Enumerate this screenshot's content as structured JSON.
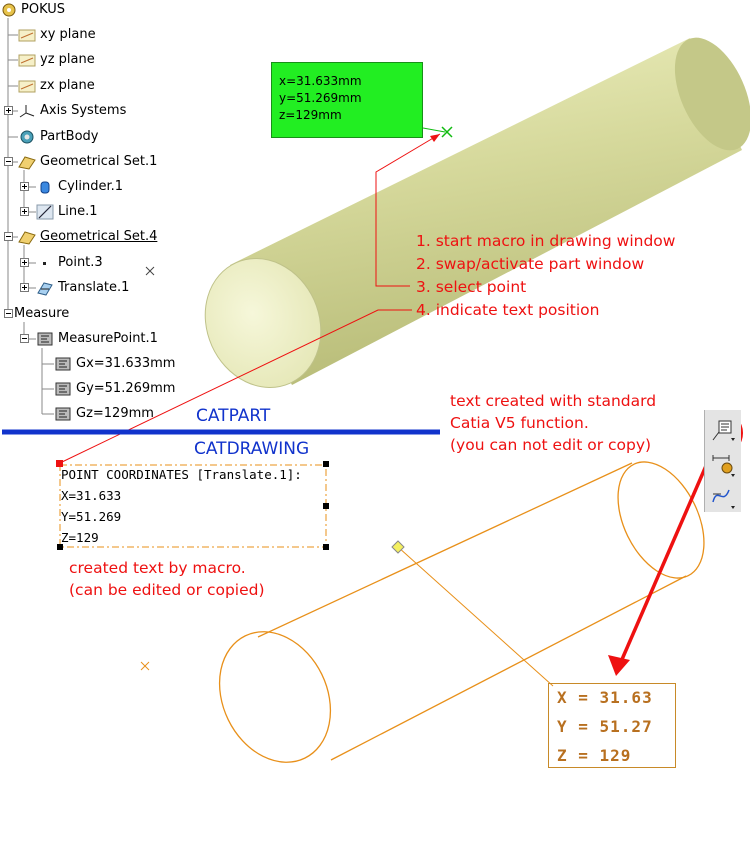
{
  "tree": {
    "root": "POKUS",
    "items": [
      {
        "label": "xy plane"
      },
      {
        "label": "yz plane"
      },
      {
        "label": "zx plane"
      },
      {
        "label": "Axis Systems"
      },
      {
        "label": "PartBody"
      },
      {
        "label": "Geometrical Set.1"
      },
      {
        "label": "Cylinder.1"
      },
      {
        "label": "Line.1"
      },
      {
        "label": "Geometrical Set.4"
      },
      {
        "label": "Point.3"
      },
      {
        "label": "Translate.1"
      },
      {
        "label": "Measure"
      },
      {
        "label": "MeasurePoint.1"
      },
      {
        "label": "Gx=31.633mm"
      },
      {
        "label": "Gy=51.269mm"
      },
      {
        "label": "Gz=129mm"
      }
    ]
  },
  "tooltip": {
    "x": "x=31.633mm",
    "y": "y=51.269mm",
    "z": "z=129mm",
    "color": "#22ee22"
  },
  "steps": [
    "1. start macro in drawing window",
    "2. swap/activate part window",
    "3. select point",
    "4. indicate text position"
  ],
  "labels": {
    "catpart": "CATPART",
    "catdrawing": "CATDRAWING",
    "standard_note": [
      "text created with standard",
      "Catia V5 function.",
      "(you can not edit or copy)"
    ],
    "macro_note": [
      "created text by macro.",
      "(can be edited or copied)"
    ]
  },
  "macro_text": {
    "title": "POINT COORDINATES [Translate.1]:",
    "x": "X=31.633",
    "y": "Y=51.269",
    "z": "Z=129"
  },
  "catia_text": {
    "x": "X = 31.63",
    "y": "Y = 51.27",
    "z": "Z = 129"
  },
  "colors": {
    "annotation_red": "#ee1111",
    "separator_blue": "#1133cc",
    "cylinder_fill": "#d8dba0",
    "drawing_orange": "#e8901a"
  },
  "icons": {
    "root": "part-icon",
    "plane": "plane-icon",
    "axis": "axis-system-icon",
    "partbody": "partbody-gear-icon",
    "geoset": "geometrical-set-icon",
    "cylinder": "cylinder-icon",
    "line": "line-icon",
    "point": "point-icon",
    "translate": "translate-icon",
    "measure": "measure-icon",
    "toolbar": [
      "text-template-icon",
      "dimension-tool-icon",
      "curve-tool-icon"
    ]
  }
}
